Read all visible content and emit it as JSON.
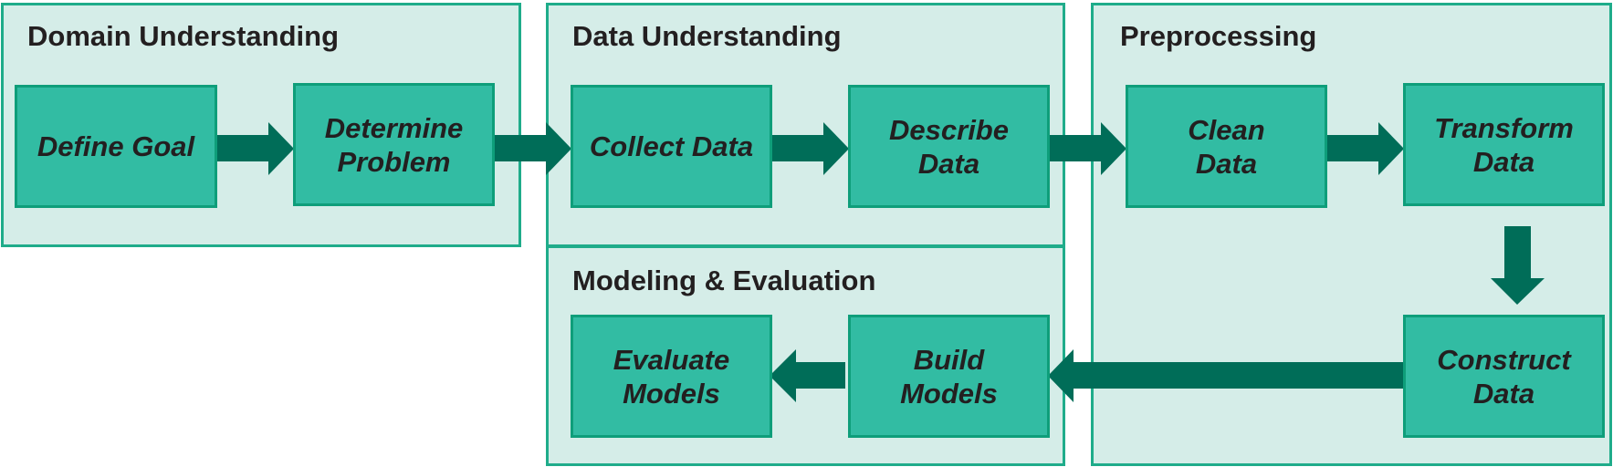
{
  "colors": {
    "panel_fill": "#d5ede8",
    "panel_border": "#1fac8a",
    "step_fill": "#32bca3",
    "step_border": "#0e9e7a",
    "arrow": "#006d58",
    "text": "#231f20"
  },
  "panels": {
    "domain": {
      "title": "Domain Understanding"
    },
    "data": {
      "title": "Data Understanding"
    },
    "preprocessing": {
      "title": "Preprocessing"
    },
    "modeling": {
      "title": "Modeling & Evaluation"
    }
  },
  "steps": {
    "define_goal": "Define Goal",
    "determine_problem": "Determine\nProblem",
    "collect_data": "Collect Data",
    "describe_data": "Describe\nData",
    "clean_data": "Clean\nData",
    "transform_data": "Transform\nData",
    "construct_data": "Construct\nData",
    "build_models": "Build\nModels",
    "evaluate_models": "Evaluate\nModels"
  },
  "flow": [
    [
      "define_goal",
      "determine_problem"
    ],
    [
      "determine_problem",
      "collect_data"
    ],
    [
      "collect_data",
      "describe_data"
    ],
    [
      "describe_data",
      "clean_data"
    ],
    [
      "clean_data",
      "transform_data"
    ],
    [
      "transform_data",
      "construct_data"
    ],
    [
      "construct_data",
      "build_models"
    ],
    [
      "build_models",
      "evaluate_models"
    ]
  ]
}
